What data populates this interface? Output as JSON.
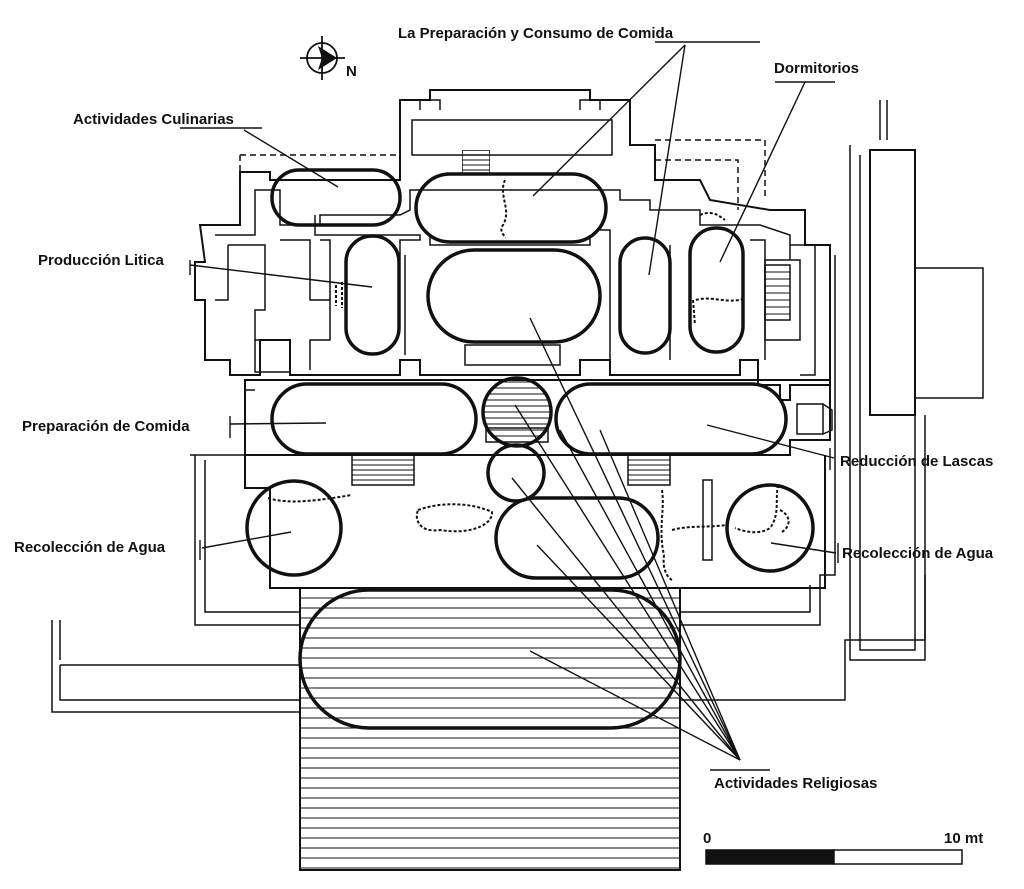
{
  "labels": {
    "food_prep_consumption": "La Preparación y Consumo de Comida",
    "dormitories": "Dormitorios",
    "culinary": "Actividades Culinarias",
    "lithic": "Producción Litica",
    "food_prep": "Preparación de Comida",
    "flake_reduction": "Reducción de Lascas",
    "water_left": "Recolección de Agua",
    "water_right": "Recolección de Agua",
    "religious": "Actividades Religiosas"
  },
  "compass": {
    "letter": "N",
    "icon": "north-arrow-icon"
  },
  "scale_bar": {
    "start": "0",
    "end": "10 mt"
  }
}
